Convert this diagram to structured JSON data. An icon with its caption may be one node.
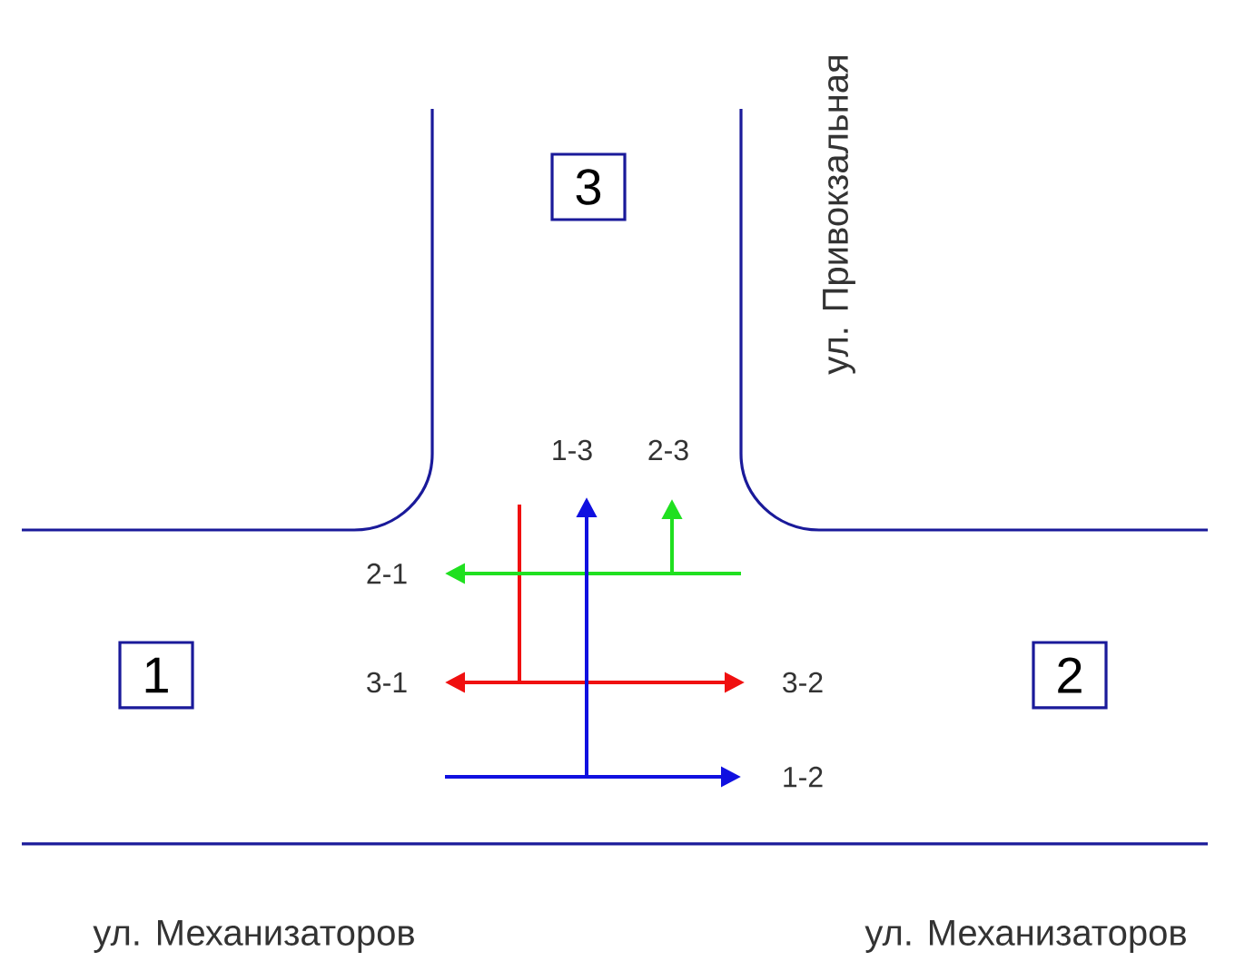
{
  "diagram": {
    "nodes": [
      {
        "text": [
          "3"
        ]
      },
      {
        "text": [
          "1"
        ]
      },
      {
        "text": [
          "2"
        ]
      }
    ],
    "labels": [
      "ул. Привокзальная",
      "1-3",
      "2-3",
      "2-1",
      "3-1",
      "3-2",
      "1-2",
      "ул. Механизаторов",
      "ул. Механизаторов"
    ]
  }
}
